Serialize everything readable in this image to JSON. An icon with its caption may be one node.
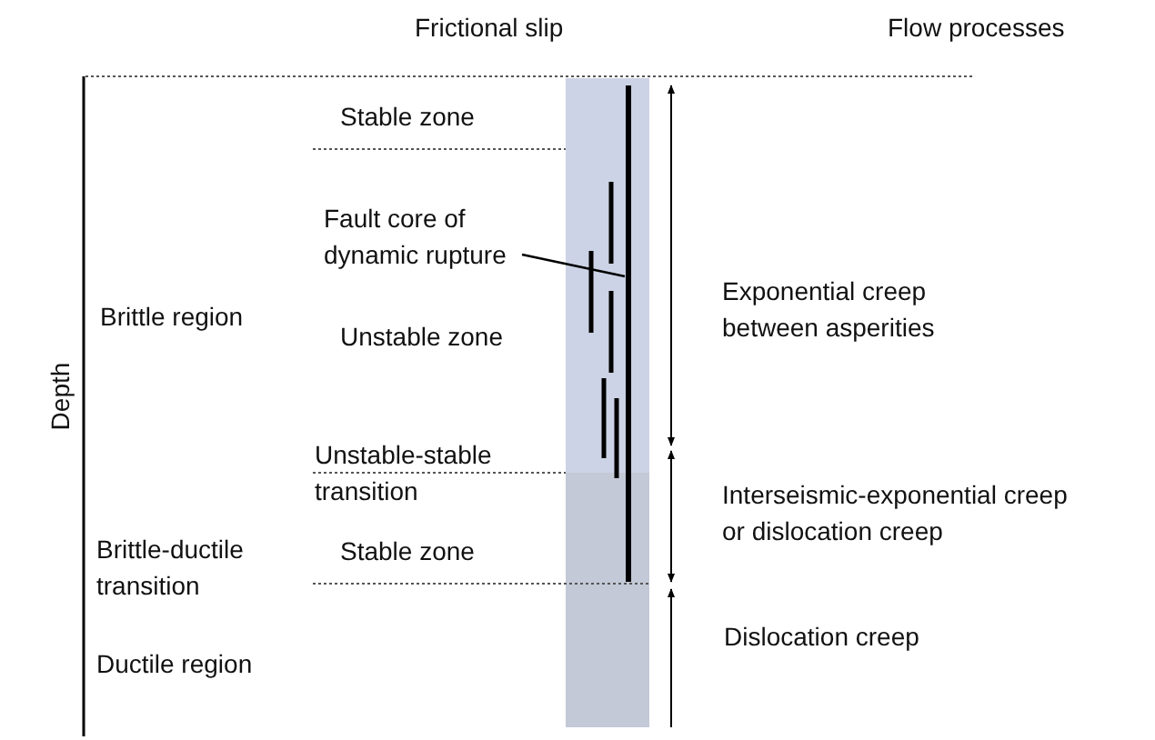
{
  "diagram": {
    "nodes": [
      {
        "text": [
          "Fault core of dynamic rupture"
        ]
      },
      {
        "text": [],
        "shape": "bar"
      }
    ],
    "edges": [
      {
        "from": 0,
        "to": 1,
        "arrow": "none"
      }
    ],
    "labels": [
      "Frictional slip",
      "Flow processes",
      "Stable zone",
      "Brittle region",
      "Unstable zone",
      "Exponential creep between asperities",
      "Depth",
      "Unstable-stable transition",
      "Interseismic-exponential creep or dislocation creep",
      "Brittle-ductile transition",
      "Stable zone",
      "Ductile region",
      "Dislocation creep"
    ]
  }
}
